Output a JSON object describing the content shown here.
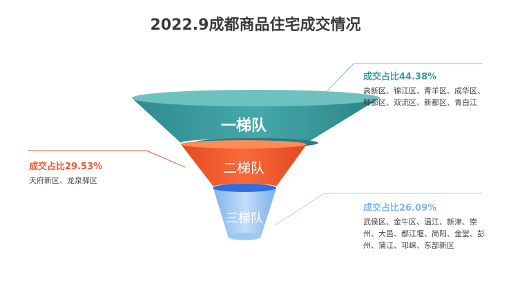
{
  "title": "2022.9成都商品住宅成交情况",
  "colors": {
    "tier1": "#3a9a9c",
    "tier2": "#f2572b",
    "tier3": "#8ec0f2"
  },
  "tiers": [
    {
      "name": "一梯队",
      "share_label": "成交占比44.38%",
      "share": 44.38,
      "areas": "高新区、锦江区、青羊区、成华区、郫都区、双流区、新都区、青白江"
    },
    {
      "name": "二梯队",
      "share_label": "成交占比29.53%",
      "share": 29.53,
      "areas": "天府新区、龙泉驿区"
    },
    {
      "name": "三梯队",
      "share_label": "成交占比26.09%",
      "share": 26.09,
      "areas": "武侯区、金牛区、温江、新津、崇州、大邑、都江堰、简阳、金堂、彭州、蒲江、邛崃、东部新区"
    }
  ]
}
